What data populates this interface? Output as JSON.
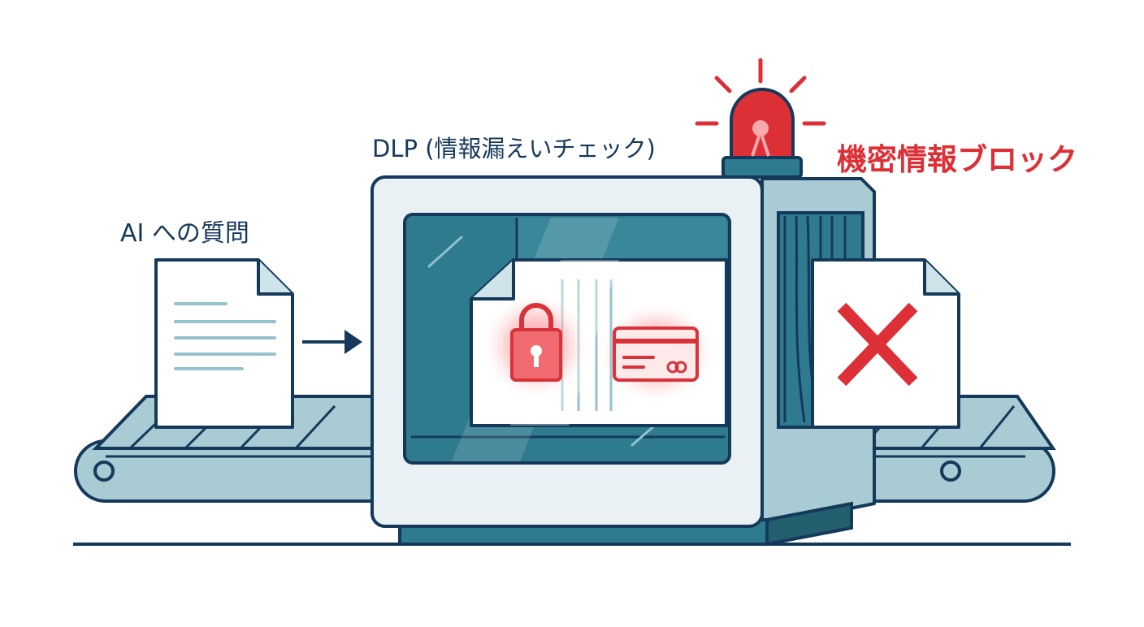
{
  "labels": {
    "input": "AI への質問",
    "scanner": "DLP (情報漏えいチェック)",
    "alert": "機密情報ブロック"
  },
  "icons": [
    "document-icon",
    "arrow-right-icon",
    "lock-icon",
    "credit-card-icon",
    "alarm-light-icon",
    "blocked-x-icon"
  ],
  "colors": {
    "outline": "#15395b",
    "conveyor": "#a9cbd4",
    "window": "#2e7a8f",
    "alert": "#dc2f36",
    "document_lines": "#94c3cb"
  }
}
